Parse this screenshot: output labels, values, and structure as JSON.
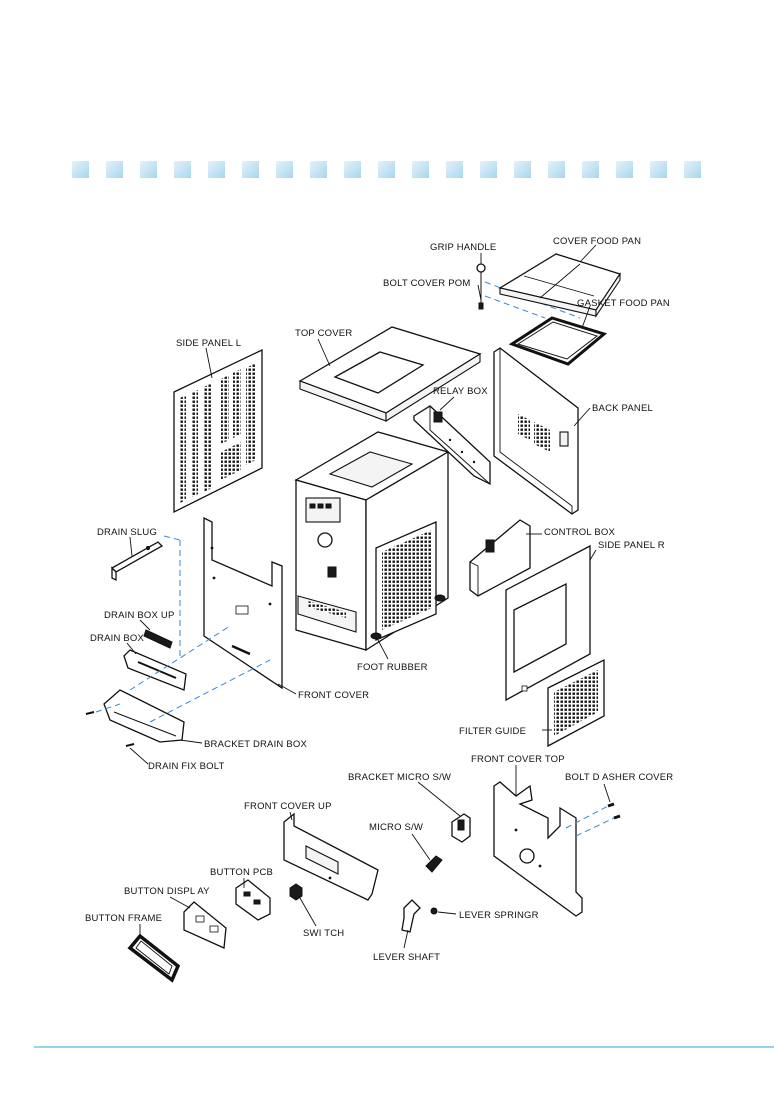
{
  "colors": {
    "banner_tile": "#a9d6ee",
    "banner_tile_light": "#e3f2fa",
    "footer_rule": "#5fb3e2",
    "assembly_dash": "#3a86d6"
  },
  "labels": {
    "grip_handle": "GRIP HANDLE",
    "cover_food_pan": "COVER FOOD  PAN",
    "bolt_cover_pom": "BOLT COVER POM",
    "gasket_food_pan": "GASKET FOOD  PAN",
    "top_cover": "TOP COVER",
    "side_panel_l": "SIDE  PANEL L",
    "relay_box": "RELAY BOX",
    "back_panel": "BACK PANEL",
    "drain_slug": "DRAIN SLUG",
    "control_box": "CONTROL BOX",
    "side_panel_r": "SIDE  PANEL R",
    "drain_box_up": "DRAIN BOX UP",
    "drain_box": "DRAIN BOX",
    "foot_rubber": "FOOT RUBBER",
    "front_cover": "FRONT COVER",
    "filter_guide": "FILTER GUIDE",
    "bracket_drain_box": "BRACKET DRAIN BOX",
    "front_cover_top": "FRONT COVER TOP",
    "drain_fix_bolt": "DRAIN FIX BOLT",
    "bracket_micro_sw": "BRACKET MICRO S/W",
    "bolt_dasher_cover": "BOLT D ASHER COVER",
    "front_cover_up": "FRONT COVER UP",
    "micro_sw": "MICRO S/W",
    "button_pcb": "BUTTON PCB",
    "button_display": "BUTTON DISPL AY",
    "button_frame": "BUTTON FRAME",
    "switch": "SWI TCH",
    "lever_spring": "LEVER SPRINGR",
    "lever_shaft": "LEVER SHAFT"
  }
}
